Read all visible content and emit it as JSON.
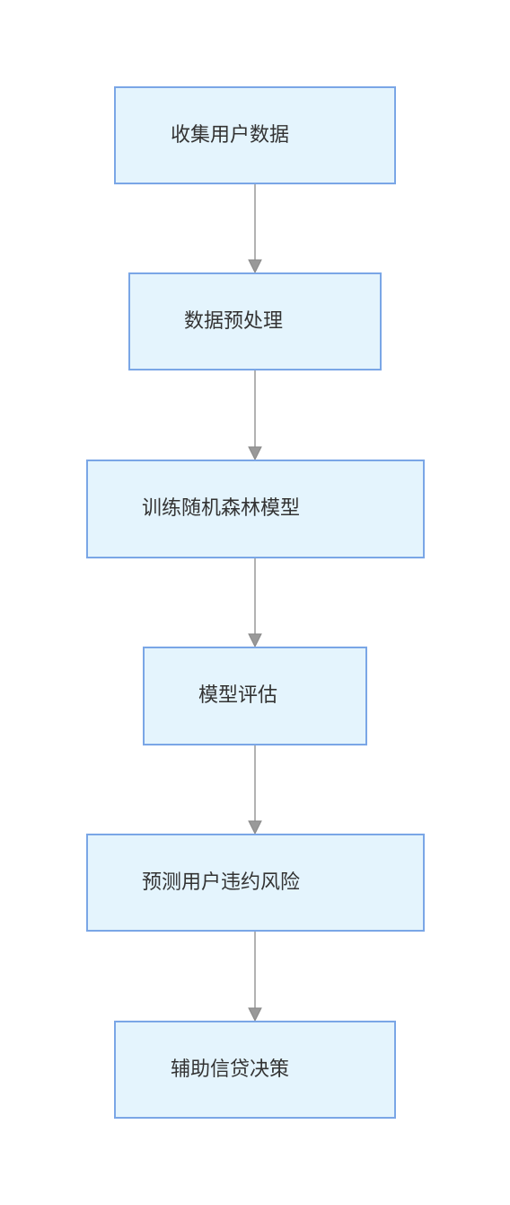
{
  "flowchart": {
    "steps": [
      {
        "label": "收集用户数据"
      },
      {
        "label": "数据预处理"
      },
      {
        "label": "训练随机森林模型"
      },
      {
        "label": "模型评估"
      },
      {
        "label": "预测用户违约风险"
      },
      {
        "label": "辅助信贷决策"
      }
    ],
    "colors": {
      "node_fill": "#e4f4fd",
      "node_border": "#7aa6e6",
      "text": "#333333",
      "connector": "#999999",
      "arrowhead": "#999999"
    }
  }
}
